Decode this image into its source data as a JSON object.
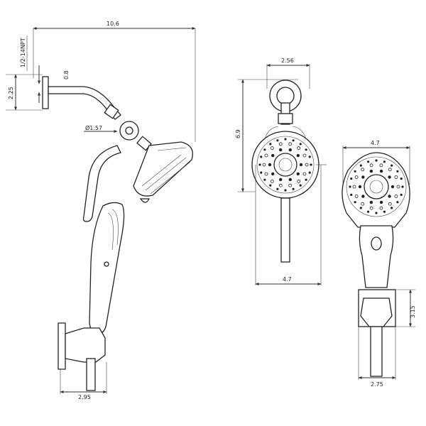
{
  "dimensions": {
    "overall_width": "10.6",
    "thread": "1/2-14NPT",
    "arm_height": "2.25",
    "arm_offset": "0.8",
    "ball_diameter": "Ø1.57",
    "holder_width": "2.95",
    "front_head_width": "2.56",
    "front_height": "6.9",
    "front_overall_width": "4.7",
    "handheld_head_width": "4.7",
    "bracket_height": "3.15",
    "bracket_width": "2.75"
  }
}
